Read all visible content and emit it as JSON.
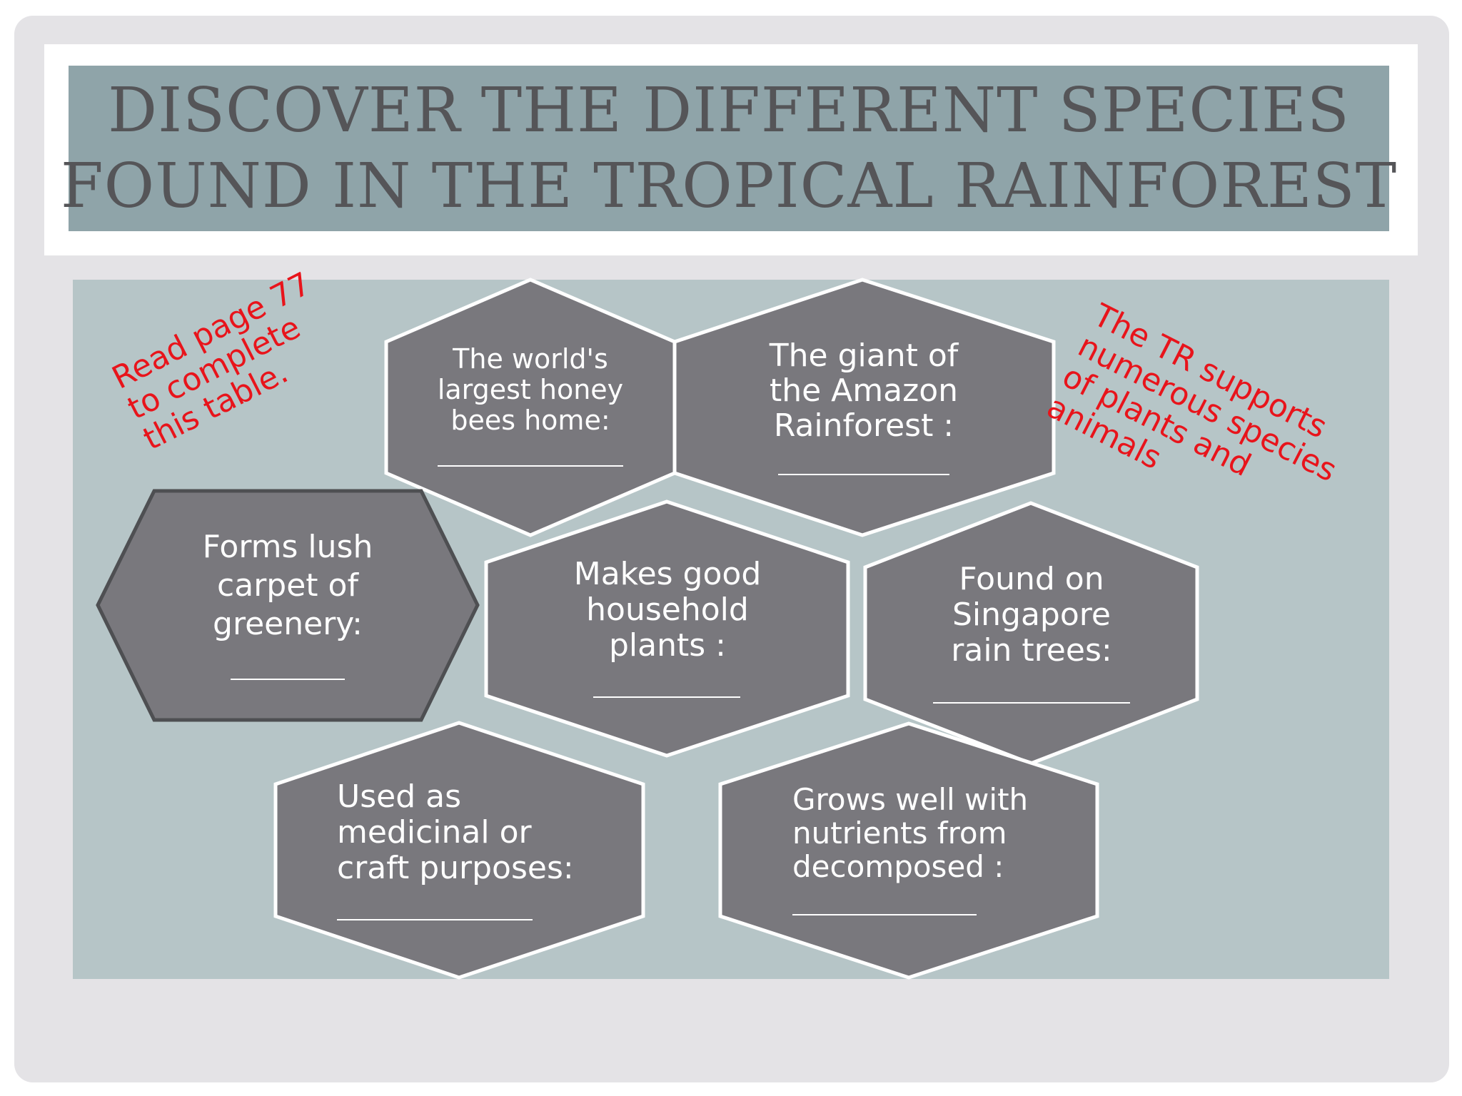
{
  "slide": {
    "title_line1": "Discover the different species",
    "title_line2": "found in the tropical rainforest"
  },
  "notes": {
    "left": "Read page 77\nto complete\nthis table.",
    "right": "The TR supports\nnumerous species\nof plants and\nanimals"
  },
  "cells": [
    {
      "id": "honey-bees",
      "text": "The world's\nlargest honey\nbees  home:"
    },
    {
      "id": "giant-amazon",
      "text": "The giant  of\nthe Amazon\nRainforest :"
    },
    {
      "id": "greenery",
      "text": "Forms lush\ncarpet of\ngreenery:"
    },
    {
      "id": "household-plants",
      "text": "Makes good\nhousehold\nplants :"
    },
    {
      "id": "rain-trees",
      "text": "Found on\nSingapore\nrain trees:"
    },
    {
      "id": "medicinal",
      "text": "Used as\nmedicinal or\ncraft purposes:"
    },
    {
      "id": "decomposed",
      "text": "Grows well with\nnutrients from\ndecomposed  :"
    }
  ],
  "colors": {
    "hex_fill": "#79787d",
    "hex_stroke": "#ffffff",
    "highlight_stroke": "#4e4f52",
    "panel": "#b6c5c7",
    "title_band": "#8fa4a9",
    "note": "#e8141b"
  }
}
